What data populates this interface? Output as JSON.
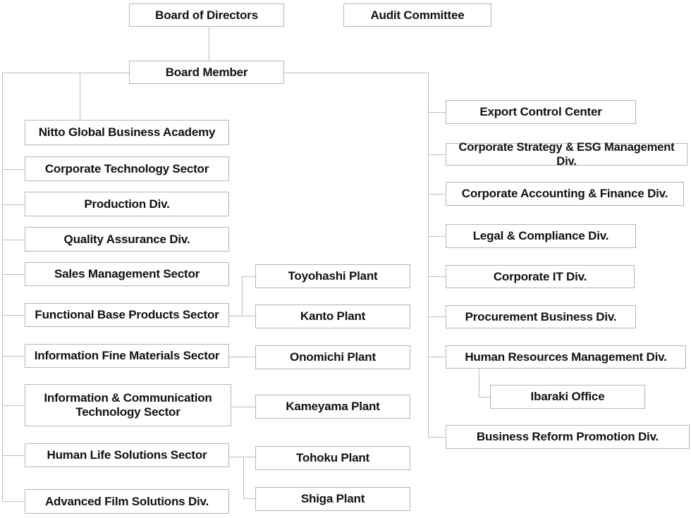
{
  "chart": {
    "board_of_directors": "Board of Directors",
    "audit_committee": "Audit Committee",
    "board_member": "Board Member",
    "nitto_global_business_academy": "Nitto Global Business Academy",
    "corporate_technology_sector": "Corporate Technology Sector",
    "production_div": "Production Div.",
    "quality_assurance_div": "Quality Assurance Div.",
    "sales_management_sector": "Sales Management Sector",
    "functional_base_products_sector": "Functional Base Products Sector",
    "information_fine_materials_sector": "Information Fine Materials Sector",
    "information_communication_technology_sector": "Information & Communication\nTechnology Sector",
    "human_life_solutions_sector": "Human Life Solutions Sector",
    "advanced_film_solutions_div": "Advanced Film Solutions Div.",
    "toyohashi_plant": "Toyohashi Plant",
    "kanto_plant": "Kanto Plant",
    "onomichi_plant": "Onomichi Plant",
    "kameyama_plant": "Kameyama Plant",
    "tohoku_plant": "Tohoku Plant",
    "shiga_plant": "Shiga Plant",
    "export_control_center": "Export Control Center",
    "corporate_strategy_esg_management_div": "Corporate Strategy & ESG Management Div.",
    "corporate_accounting_finance_div": "Corporate Accounting & Finance Div.",
    "legal_compliance_div": "Legal & Compliance Div.",
    "corporate_it_div": "Corporate IT Div.",
    "procurement_business_div": "Procurement Business Div.",
    "human_resources_management_div": "Human Resources Management Div.",
    "ibaraki_office": "Ibaraki Office",
    "business_reform_promotion_div": "Business Reform Promotion Div."
  },
  "colors": {
    "background": "#ffffff",
    "border": "#b5b5b5",
    "line": "#bdbdbd",
    "text": "#111111"
  }
}
